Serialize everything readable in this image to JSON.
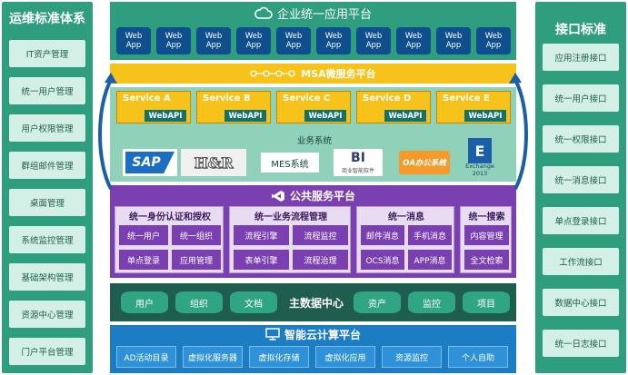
{
  "left_panel": {
    "title": "运维标准体系",
    "items": [
      "IT资产管理",
      "统一用户管理",
      "用户权限管理",
      "群组邮件管理",
      "桌面管理",
      "系统监控管理",
      "基础架构管理",
      "资源中心管理",
      "门户平台管理"
    ]
  },
  "right_panel": {
    "title": "接口标准",
    "items": [
      "应用注册接口",
      "统一用户接口",
      "统一权限接口",
      "统一消息接口",
      "单点登录接口",
      "工作流接口",
      "数据中心接口",
      "统一日志接口"
    ]
  },
  "app_platform": {
    "title": "企业统一应用平台",
    "apps": [
      {
        "line1": "Web",
        "line2": "App"
      },
      {
        "line1": "Web",
        "line2": "App"
      },
      {
        "line1": "Web",
        "line2": "App"
      },
      {
        "line1": "Web",
        "line2": "App"
      },
      {
        "line1": "Web",
        "line2": "App"
      },
      {
        "line1": "Web",
        "line2": "App"
      },
      {
        "line1": "Web",
        "line2": "App"
      },
      {
        "line1": "Web",
        "line2": "App"
      },
      {
        "line1": "Web",
        "line2": "App"
      },
      {
        "line1": "Web",
        "line2": "App"
      }
    ]
  },
  "msa": {
    "title": "MSA微服务平台"
  },
  "business": {
    "label": "业务系统",
    "services": [
      {
        "name": "Service A",
        "api": "WebAPI"
      },
      {
        "name": "Service B",
        "api": "WebAPI"
      },
      {
        "name": "Service C",
        "api": "WebAPI"
      },
      {
        "name": "Service D",
        "api": "WebAPI"
      },
      {
        "name": "Service E",
        "api": "WebAPI"
      }
    ],
    "logos": {
      "sap": "SAP",
      "hr": "H&R",
      "mes": "MES系统",
      "bi_main": "BI",
      "bi_sub": "商业智能软件",
      "oa": "OA办公系统",
      "exchange_mark": "E",
      "exchange_caption": "Exchange 2013"
    }
  },
  "public_platform": {
    "title": "公共服务平台",
    "groups": [
      {
        "title": "统一身份认证和授权",
        "items": [
          "统一用户",
          "统一组织",
          "单点登录",
          "应用管理"
        ]
      },
      {
        "title": "统一业务流程管理",
        "items": [
          "流程引擎",
          "流程监控",
          "表单引擎",
          "流程治理"
        ]
      },
      {
        "title": "统一消息",
        "items": [
          "邮件消息",
          "手机消息",
          "OCS消息",
          "APP消息"
        ]
      },
      {
        "title": "统一搜索",
        "items": [
          "内容管理",
          "全文检索"
        ]
      }
    ]
  },
  "master_data": {
    "title": "主数据中心",
    "left_items": [
      "用户",
      "组织",
      "文档"
    ],
    "right_items": [
      "资产",
      "监控",
      "项目"
    ]
  },
  "cloud_platform": {
    "title": "智能云计算平台",
    "items": [
      "AD活动目录",
      "虚拟化服务器",
      "虚拟化存储",
      "虚拟化应用",
      "资源监控",
      "个人自助"
    ]
  },
  "colors": {
    "teal": "#2e9e7e",
    "light_teal": "#d4efe6",
    "navy": "#0f4f8e",
    "yellow": "#f7c21a",
    "purple": "#7a3fb0",
    "dark_green": "#1f5e4e",
    "blue": "#1d7dc4"
  },
  "icons": {
    "app_platform": "cloud-icon",
    "msa": "network-nodes-icon",
    "public_platform": "visual-studio-icon",
    "cloud_platform": "monitor-icon",
    "flow": "curved-arrow-up-icon"
  }
}
